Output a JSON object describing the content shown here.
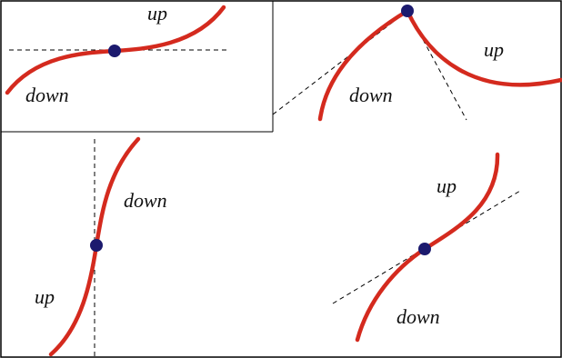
{
  "colors": {
    "curve": "#d42a1e",
    "point": "#1c1a6e",
    "tangent": "#000000",
    "border": "#000000"
  },
  "panels": [
    {
      "id": "top-left",
      "labels": {
        "up": "up",
        "down": "down"
      }
    },
    {
      "id": "top-right",
      "labels": {
        "up": "up",
        "down": "down"
      }
    },
    {
      "id": "bottom-left",
      "labels": {
        "up": "up",
        "down": "down"
      }
    },
    {
      "id": "bottom-right",
      "labels": {
        "up": "up",
        "down": "down"
      }
    }
  ]
}
